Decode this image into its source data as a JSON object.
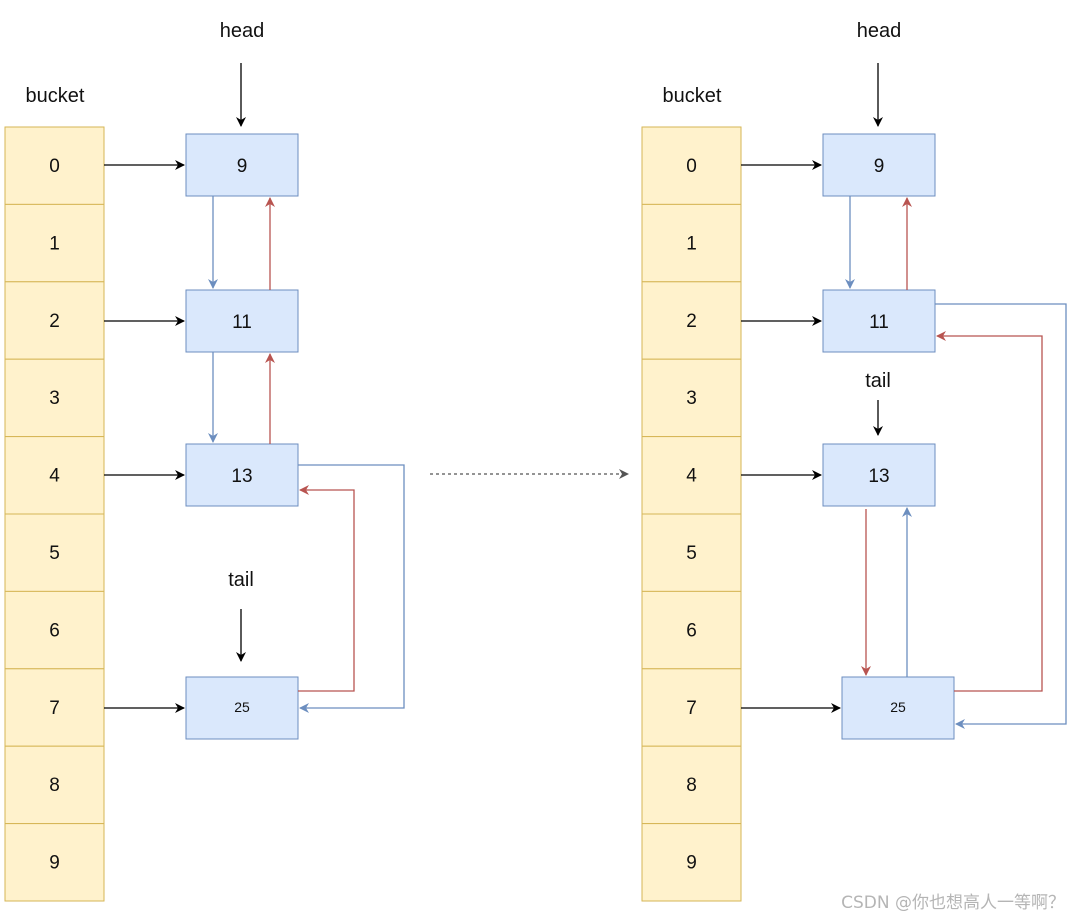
{
  "panels": [
    {
      "bucket_label": "bucket",
      "cells": [
        "0",
        "1",
        "2",
        "3",
        "4",
        "5",
        "6",
        "7",
        "8",
        "9"
      ],
      "nodes": [
        {
          "label": "9",
          "cell": 0
        },
        {
          "label": "11",
          "cell": 2
        },
        {
          "label": "13",
          "cell": 4
        },
        {
          "label": "25",
          "cell": 7
        }
      ],
      "head_label": "head",
      "tail_label": "tail"
    },
    {
      "bucket_label": "bucket",
      "cells": [
        "0",
        "1",
        "2",
        "3",
        "4",
        "5",
        "6",
        "7",
        "8",
        "9"
      ],
      "nodes": [
        {
          "label": "9",
          "cell": 0
        },
        {
          "label": "11",
          "cell": 2
        },
        {
          "label": "13",
          "cell": 4
        },
        {
          "label": "25",
          "cell": 7
        }
      ],
      "head_label": "head",
      "tail_label": "tail"
    }
  ],
  "colors": {
    "bucket_fill": "#fff2cc",
    "bucket_stroke": "#d6b656",
    "node_fill": "#dae8fc",
    "node_stroke": "#6c8ebf",
    "next_arrow": "#6c8ebf",
    "prev_arrow": "#b85450",
    "pointer_arrow": "#000000",
    "transition_arrow": "#555555"
  },
  "watermark": "CSDN @你也想高人一等啊？"
}
